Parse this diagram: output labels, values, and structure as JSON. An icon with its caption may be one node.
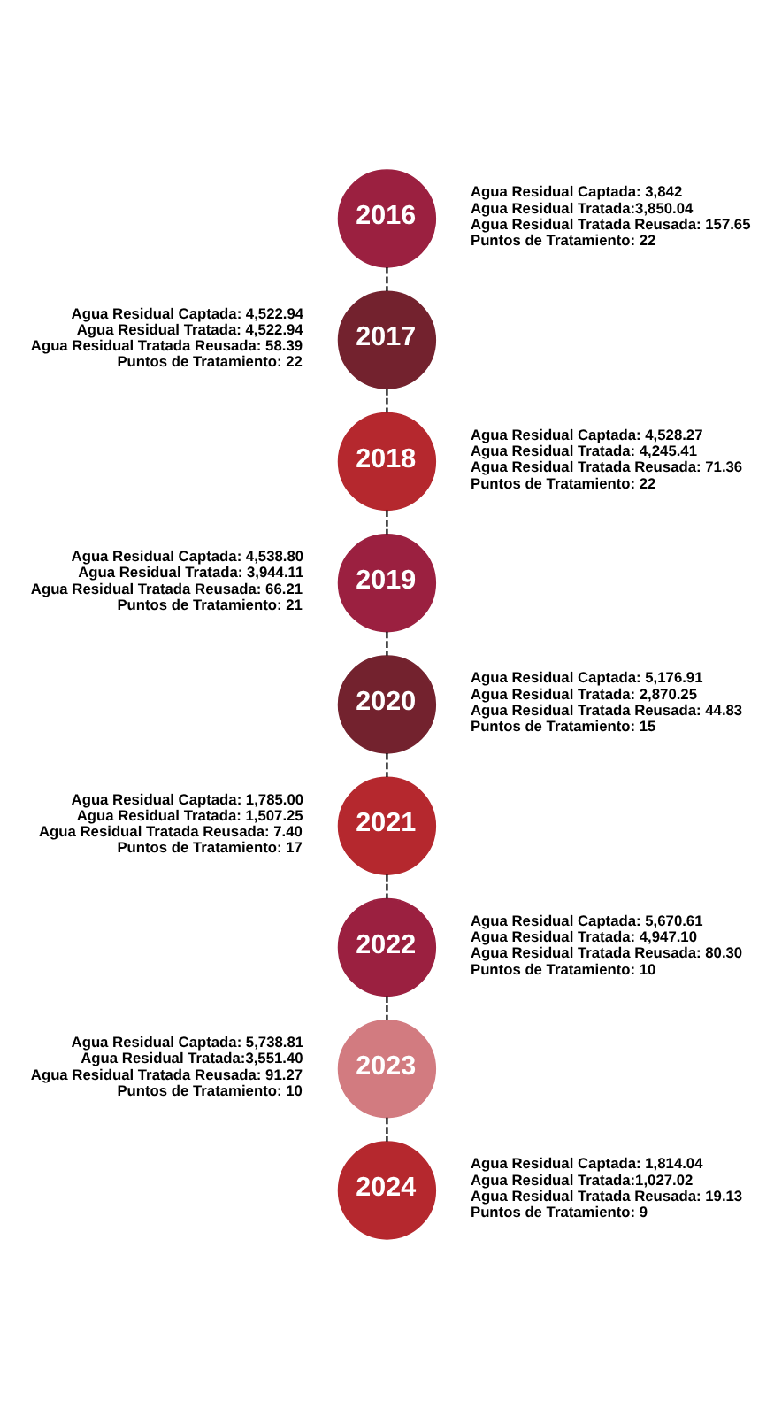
{
  "diagram": {
    "nodes": [
      {
        "text": [
          "2016"
        ],
        "beside": [
          "Agua Residual Captada: 3,842",
          "Agua Residual Tratada:3,850.04",
          "Agua Residual Tratada Reusada: 157.65",
          "Puntos de Tratamiento: 22"
        ]
      },
      {
        "text": [
          "2017"
        ],
        "beside": [
          "Agua Residual Captada: 4,522.94",
          "Agua Residual Tratada: 4,522.94",
          "Agua Residual Tratada Reusada: 58.39",
          "Puntos de Tratamiento: 22"
        ]
      },
      {
        "text": [
          "2018"
        ],
        "beside": [
          "Agua Residual Captada: 4,528.27",
          "Agua Residual Tratada: 4,245.41",
          "Agua Residual Tratada Reusada: 71.36",
          "Puntos de Tratamiento: 22"
        ]
      },
      {
        "text": [
          "2019"
        ],
        "beside": [
          "Agua Residual Captada: 4,538.80",
          "Agua Residual Tratada: 3,944.11",
          "Agua Residual Tratada Reusada: 66.21",
          "Puntos de Tratamiento: 21"
        ]
      },
      {
        "text": [
          "2020"
        ],
        "beside": [
          "Agua Residual Captada: 5,176.91",
          "Agua Residual Tratada: 2,870.25",
          "Agua Residual Tratada Reusada: 44.83",
          "Puntos de Tratamiento: 15"
        ]
      },
      {
        "text": [
          "2021"
        ],
        "beside": [
          "Agua Residual Captada: 1,785.00",
          "Agua Residual Tratada: 1,507.25",
          "Agua Residual Tratada Reusada: 7.40",
          "Puntos de Tratamiento: 17"
        ]
      },
      {
        "text": [
          "2022"
        ],
        "beside": [
          "Agua Residual Captada: 5,670.61",
          "Agua Residual Tratada: 4,947.10",
          "Agua Residual Tratada Reusada: 80.30",
          "Puntos de Tratamiento: 10"
        ]
      },
      {
        "text": [
          "2023"
        ],
        "beside": [
          "Agua Residual Captada: 5,738.81",
          "Agua Residual Tratada:3,551.40",
          "Agua Residual Tratada Reusada: 91.27",
          "Puntos de Tratamiento: 10"
        ]
      },
      {
        "text": [
          "2024"
        ],
        "beside": [
          "Agua Residual Captada: 1,814.04",
          "Agua Residual Tratada:1,027.02",
          "Agua Residual Tratada Reusada: 19.13",
          "Puntos de Tratamiento: 9"
        ]
      }
    ],
    "edges": [
      {
        "from": 0,
        "to": 1,
        "arrow": "none",
        "style": "dashed"
      },
      {
        "from": 1,
        "to": 2,
        "arrow": "none",
        "style": "dashed"
      },
      {
        "from": 2,
        "to": 3,
        "arrow": "none",
        "style": "dashed"
      },
      {
        "from": 3,
        "to": 4,
        "arrow": "none",
        "style": "dashed"
      },
      {
        "from": 4,
        "to": 5,
        "arrow": "none",
        "style": "dashed"
      },
      {
        "from": 5,
        "to": 6,
        "arrow": "none",
        "style": "dashed"
      },
      {
        "from": 6,
        "to": 7,
        "arrow": "none",
        "style": "dashed"
      },
      {
        "from": 7,
        "to": 8,
        "arrow": "none",
        "style": "dashed"
      }
    ]
  }
}
